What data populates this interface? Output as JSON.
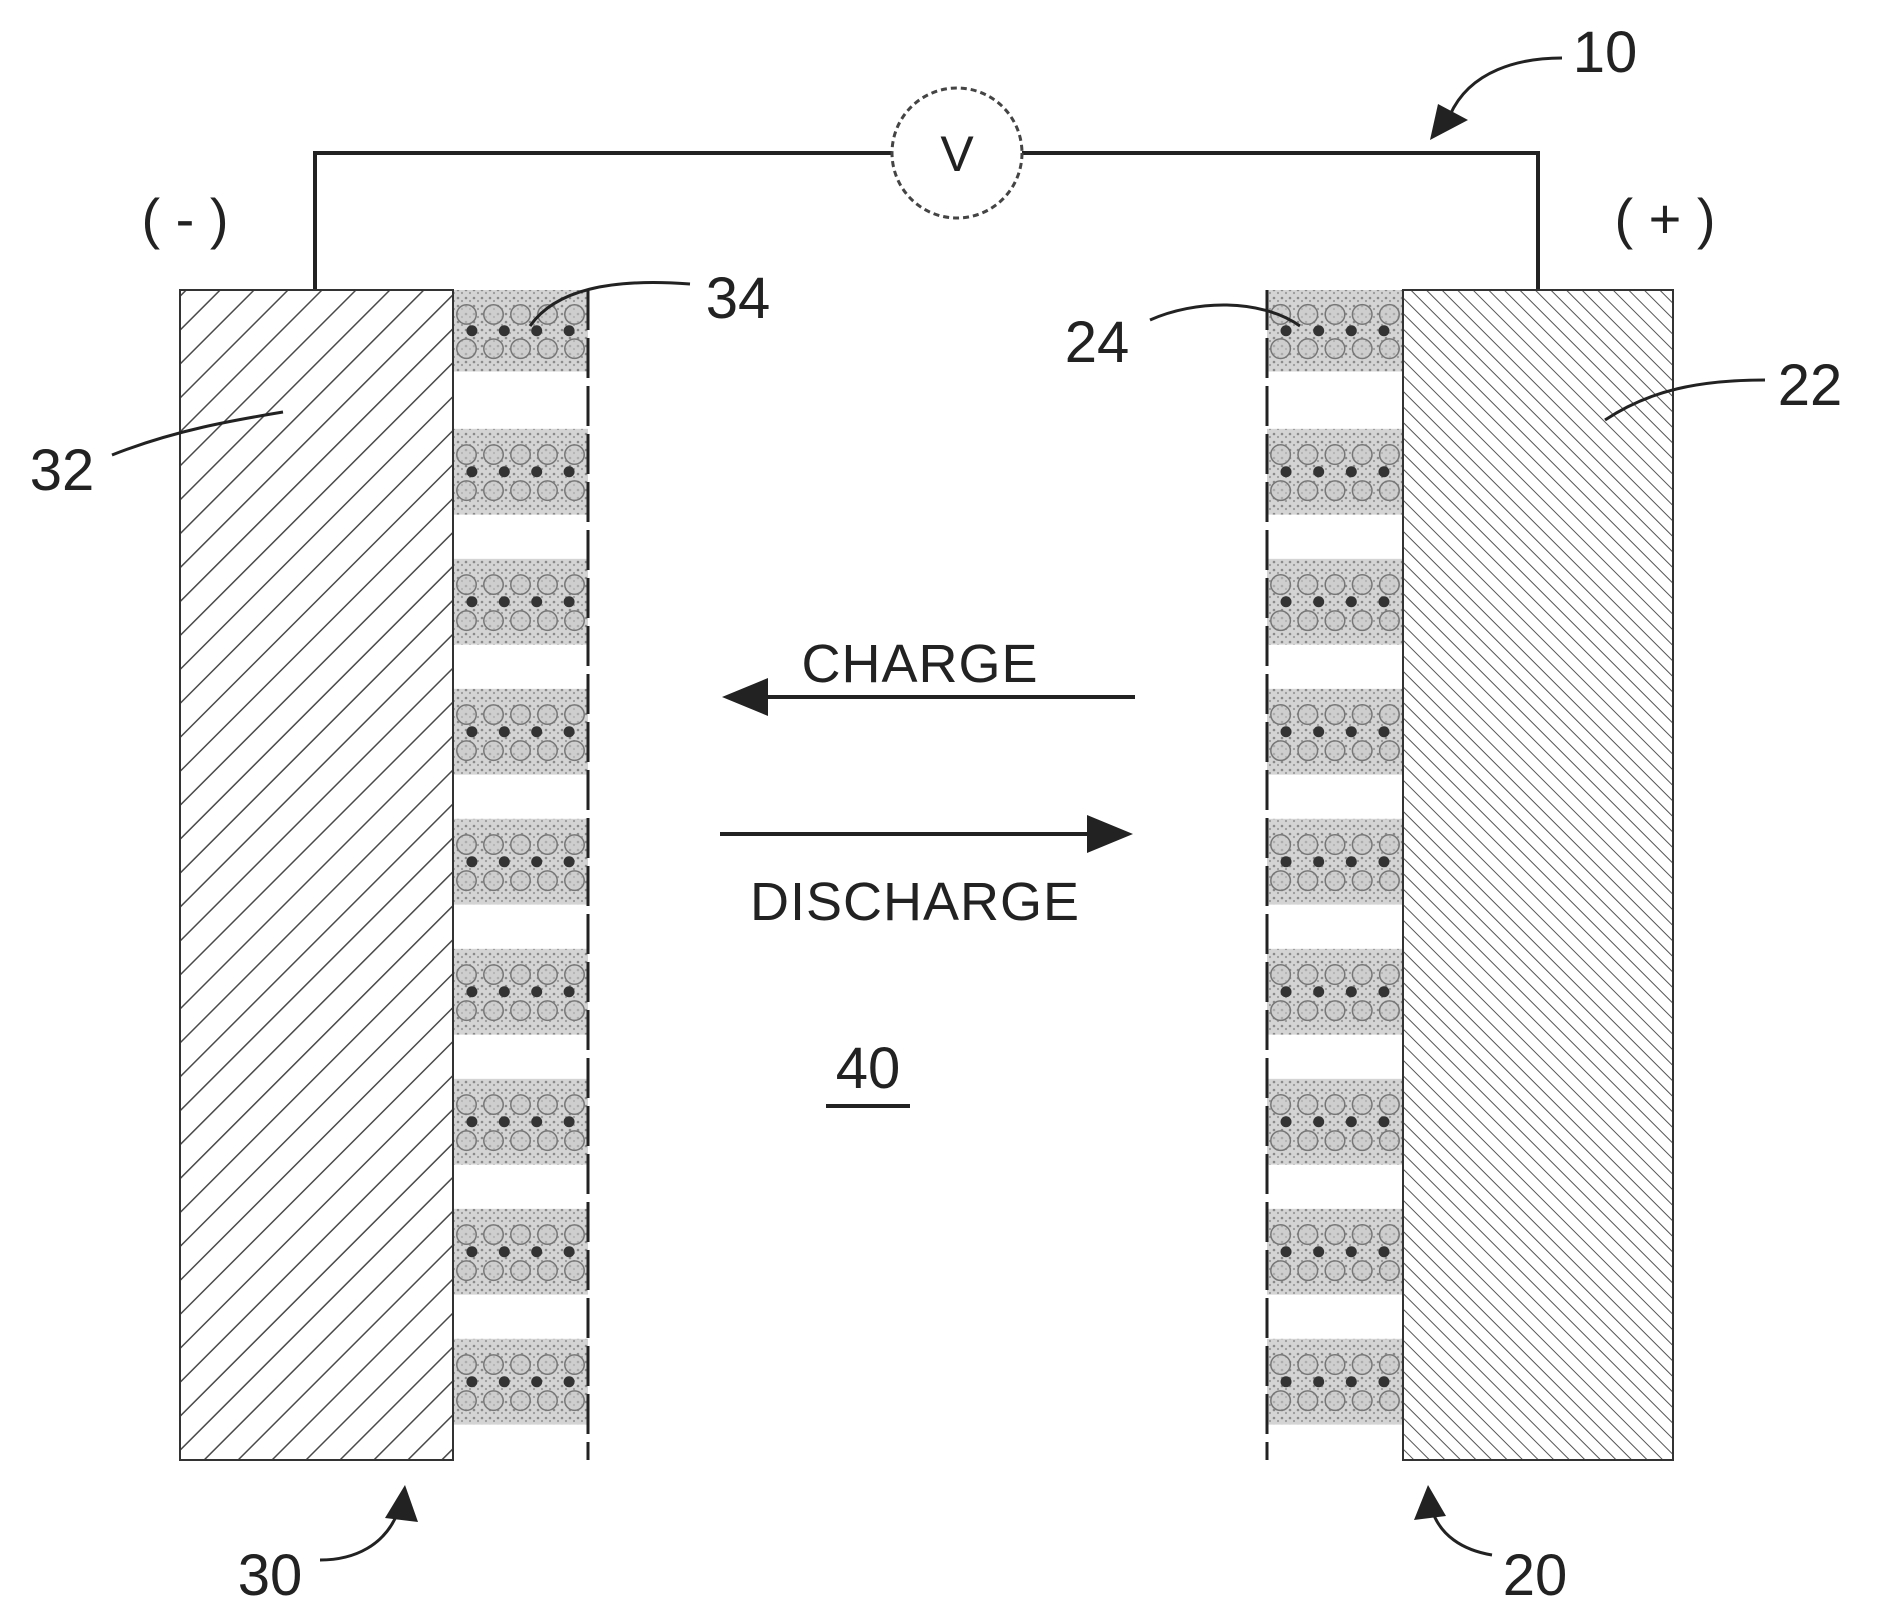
{
  "figure": {
    "voltmeter": "V",
    "negative_terminal": "( - )",
    "positive_terminal": "( + )",
    "charge_label": "CHARGE",
    "discharge_label": "DISCHARGE",
    "refs": {
      "battery": "10",
      "positive_electrode": "20",
      "positive_current_collector": "22",
      "positive_active_layer": "24",
      "negative_electrode": "30",
      "negative_current_collector": "32",
      "negative_active_layer": "34",
      "electrolyte": "40"
    },
    "active_layer_segment_count": 9,
    "colors": {
      "line": "#222222",
      "hatch": "#4a4a4a",
      "particle_fill": "#c9c9c9",
      "dot": "#333333"
    }
  }
}
